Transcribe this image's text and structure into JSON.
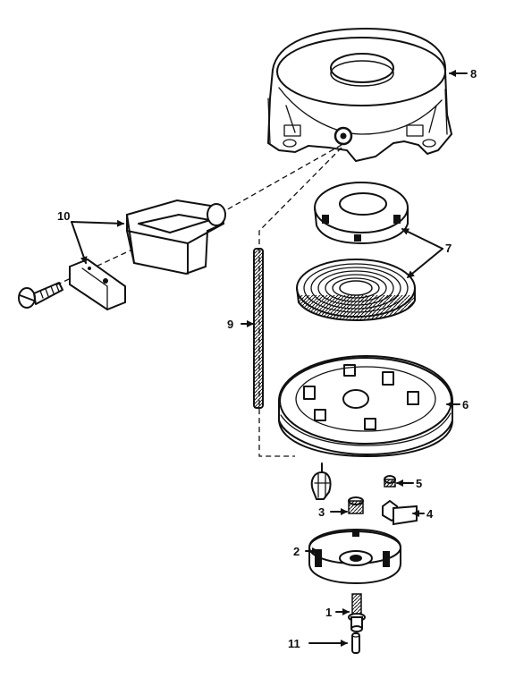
{
  "diagram": {
    "labels": [
      {
        "id": "label-1",
        "text": "1"
      },
      {
        "id": "label-2",
        "text": "2"
      },
      {
        "id": "label-3",
        "text": "3"
      },
      {
        "id": "label-4",
        "text": "4"
      },
      {
        "id": "label-5",
        "text": "5"
      },
      {
        "id": "label-6",
        "text": "6"
      },
      {
        "id": "label-7",
        "text": "7"
      },
      {
        "id": "label-8",
        "text": "8"
      },
      {
        "id": "label-9",
        "text": "9"
      },
      {
        "id": "label-10",
        "text": "10"
      },
      {
        "id": "label-11",
        "text": "11"
      }
    ],
    "colors": {
      "ink": "#111111",
      "paper": "#ffffff"
    }
  }
}
